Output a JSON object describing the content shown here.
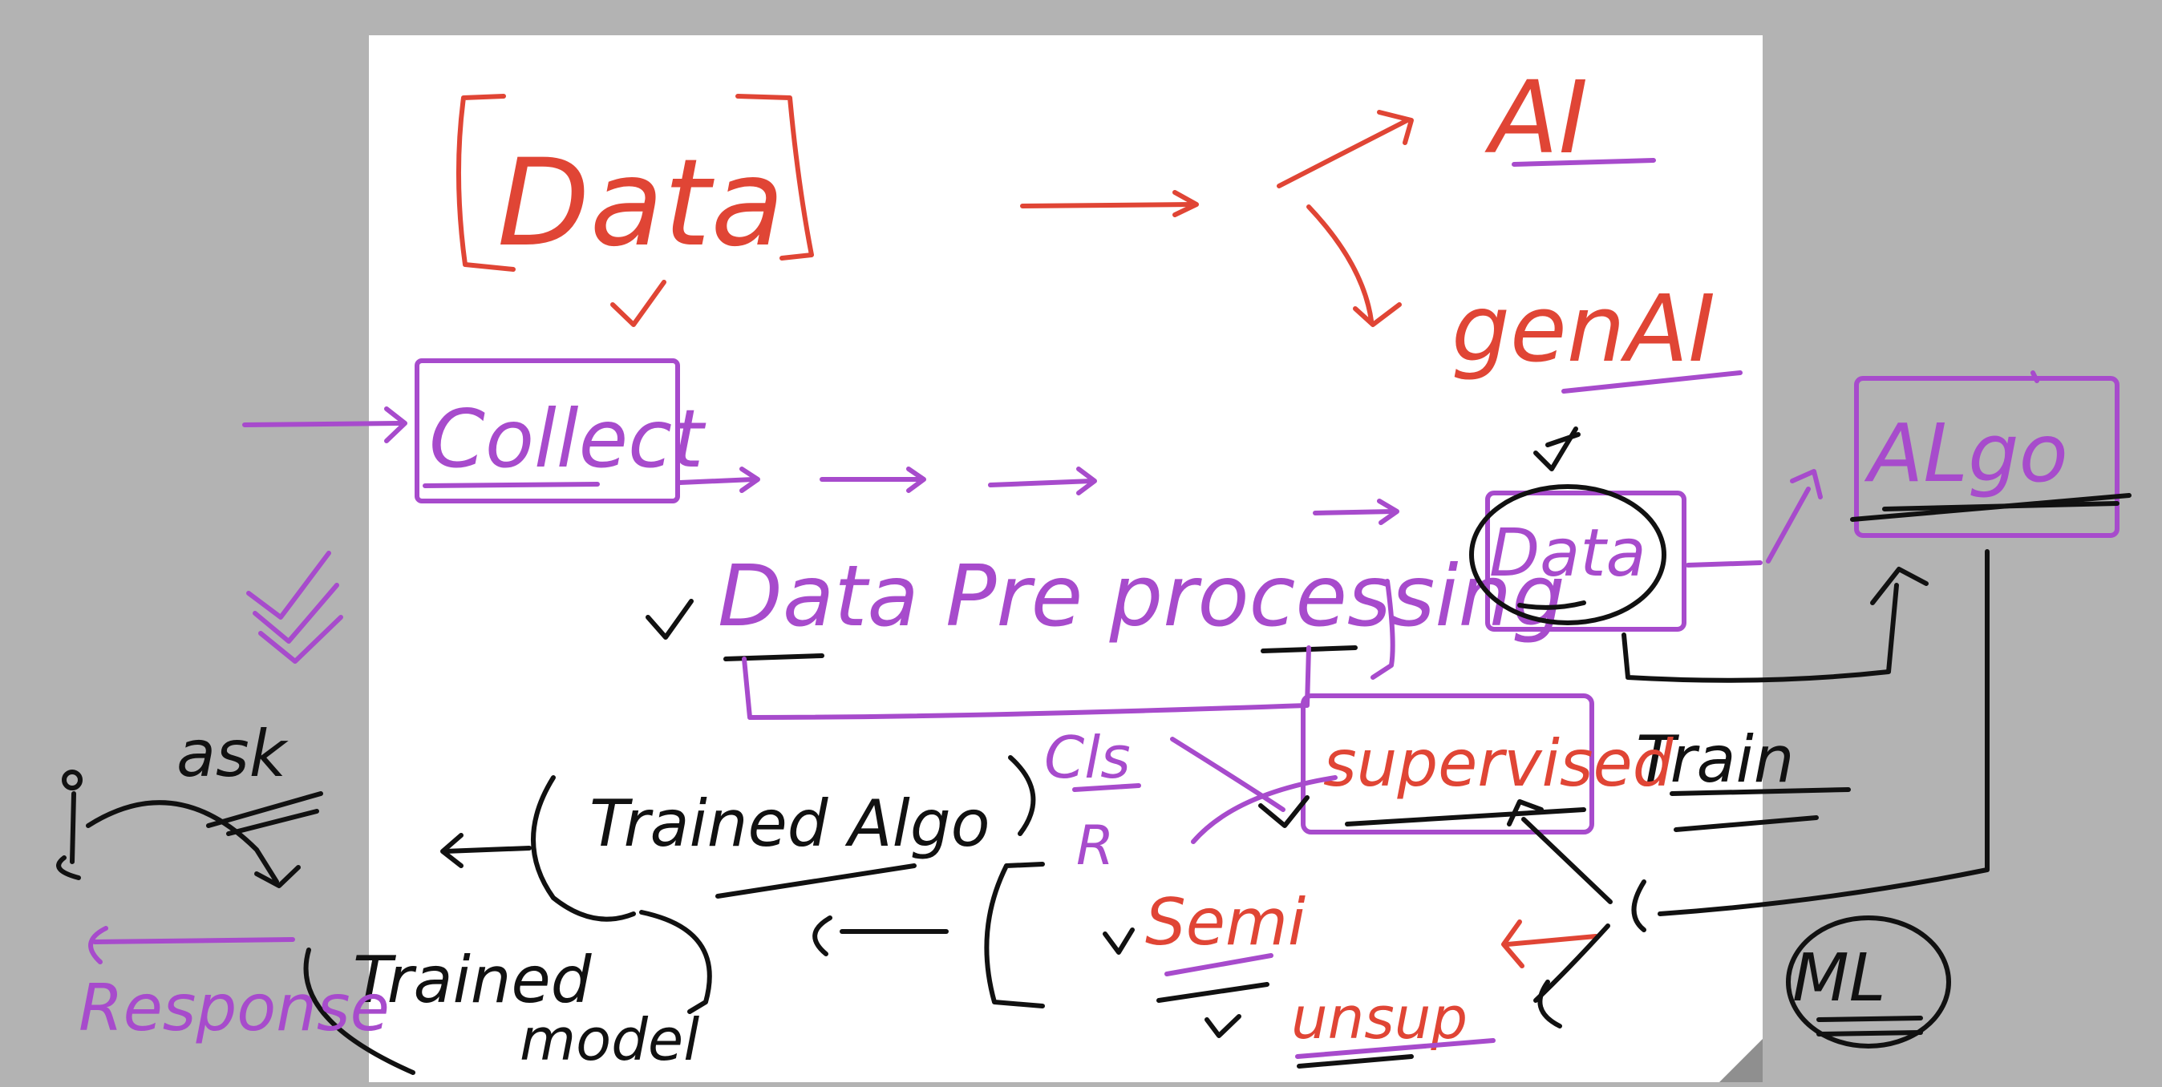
{
  "canvas": {
    "background_color": "#b3b3b3",
    "page_color": "#ffffff",
    "ink_colors": {
      "red": "#e04535",
      "purple": "#a74bcc",
      "black": "#111111"
    }
  },
  "labels": {
    "data_top": "Data",
    "ai": "AI",
    "genai": "genAI",
    "collect": "Collect",
    "data_preprocessing": "Data Pre processing",
    "data_circled": "Data",
    "algo": "ALgo",
    "ask": "ask",
    "response": "Response",
    "trained_algo": "Trained Algo",
    "trained_model_line1": "Trained",
    "trained_model_line2": "model",
    "cls": "Cls",
    "r": "R",
    "supervised": "supervised",
    "train": "Train",
    "semi": "Semi",
    "unsup": "unsup",
    "ml": "ML"
  }
}
